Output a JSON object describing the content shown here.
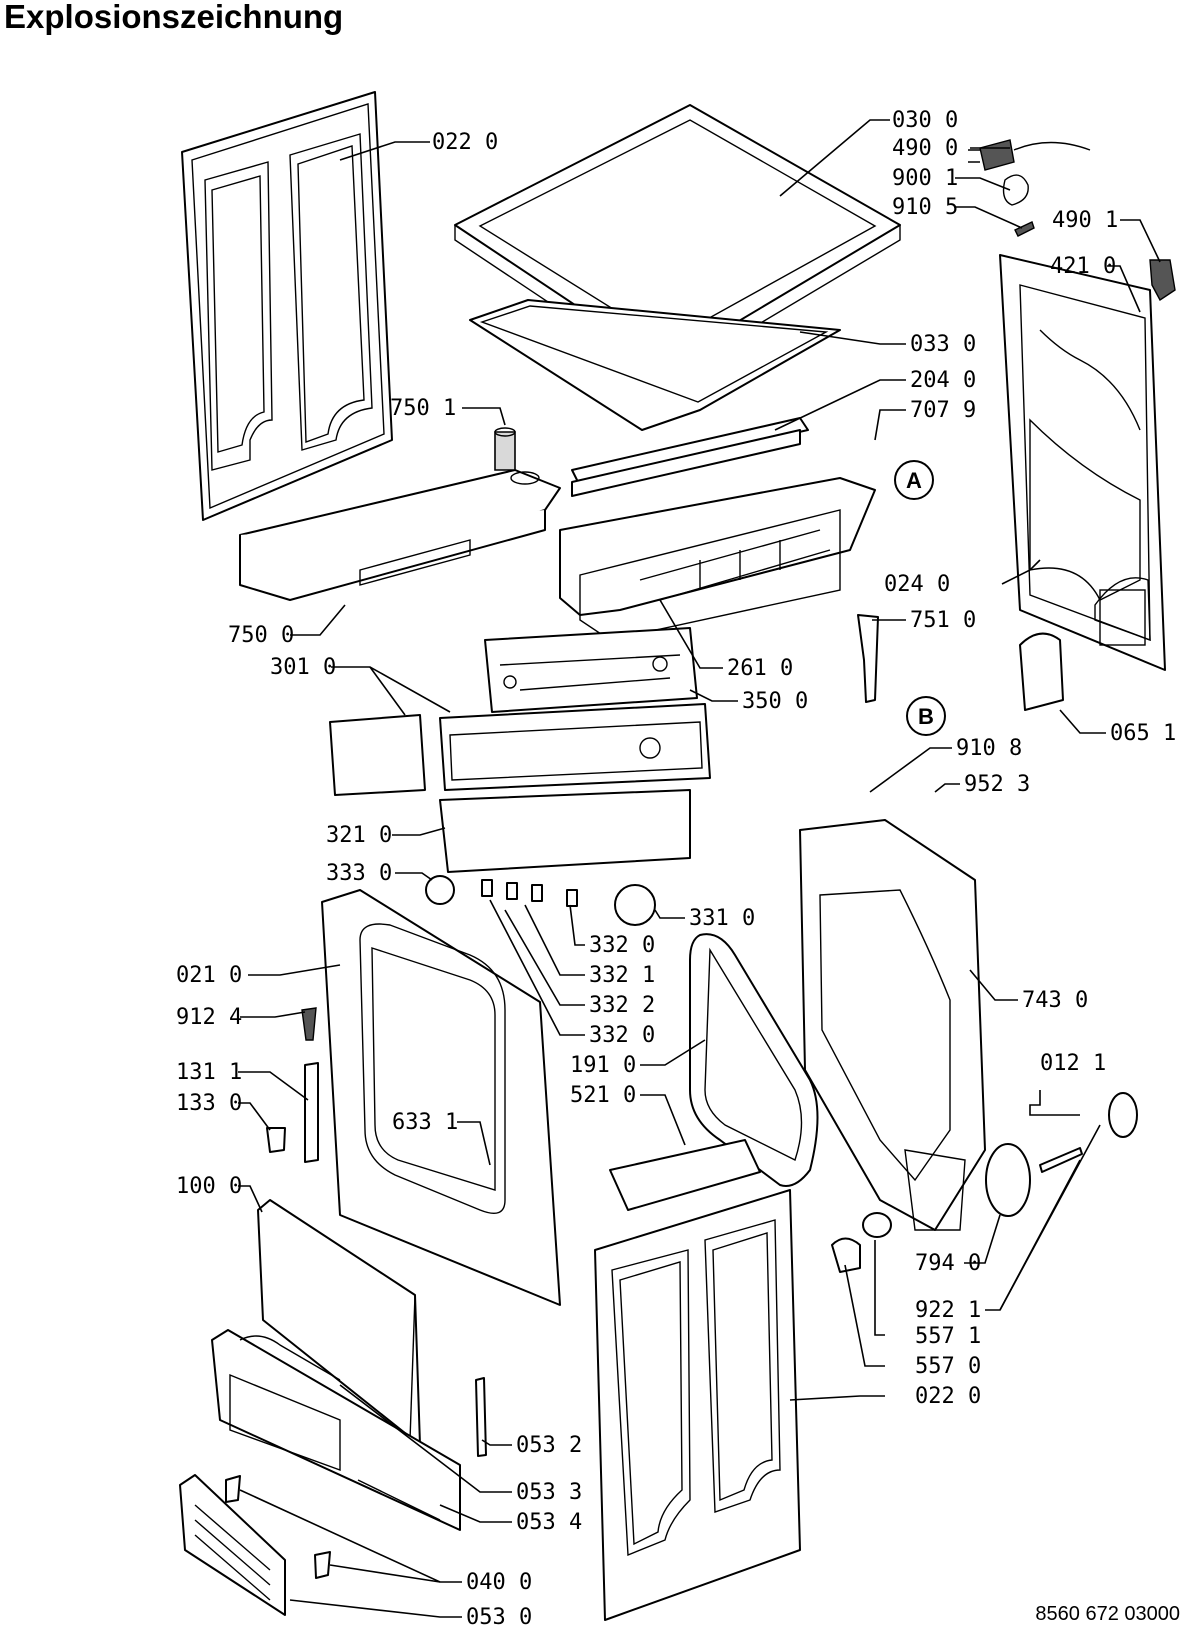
{
  "title": "Explosionszeichnung",
  "document_number": "8560 672 03000",
  "labels": [
    "022 0",
    "030 0",
    "490 0",
    "900 1",
    "910 5",
    "490 1",
    "421 0",
    "033 0",
    "204 0",
    "750 1",
    "707 9",
    "024 0",
    "750 0",
    "261 0",
    "301 0",
    "350 0",
    "751 0",
    "065 1",
    "910 8",
    "952 3",
    "321 0",
    "333 0",
    "331 0",
    "332 0",
    "332 1",
    "332 2",
    "332 0",
    "021 0",
    "743 0",
    "912 4",
    "191 0",
    "012 1",
    "521 0",
    "131 1",
    "133 0",
    "633 1",
    "100 0",
    "794 0",
    "922 1",
    "557 1",
    "557 0",
    "022 0",
    "053 2",
    "053 3",
    "053 4",
    "040 0",
    "053 0"
  ],
  "callouts": [
    "A",
    "B"
  ]
}
